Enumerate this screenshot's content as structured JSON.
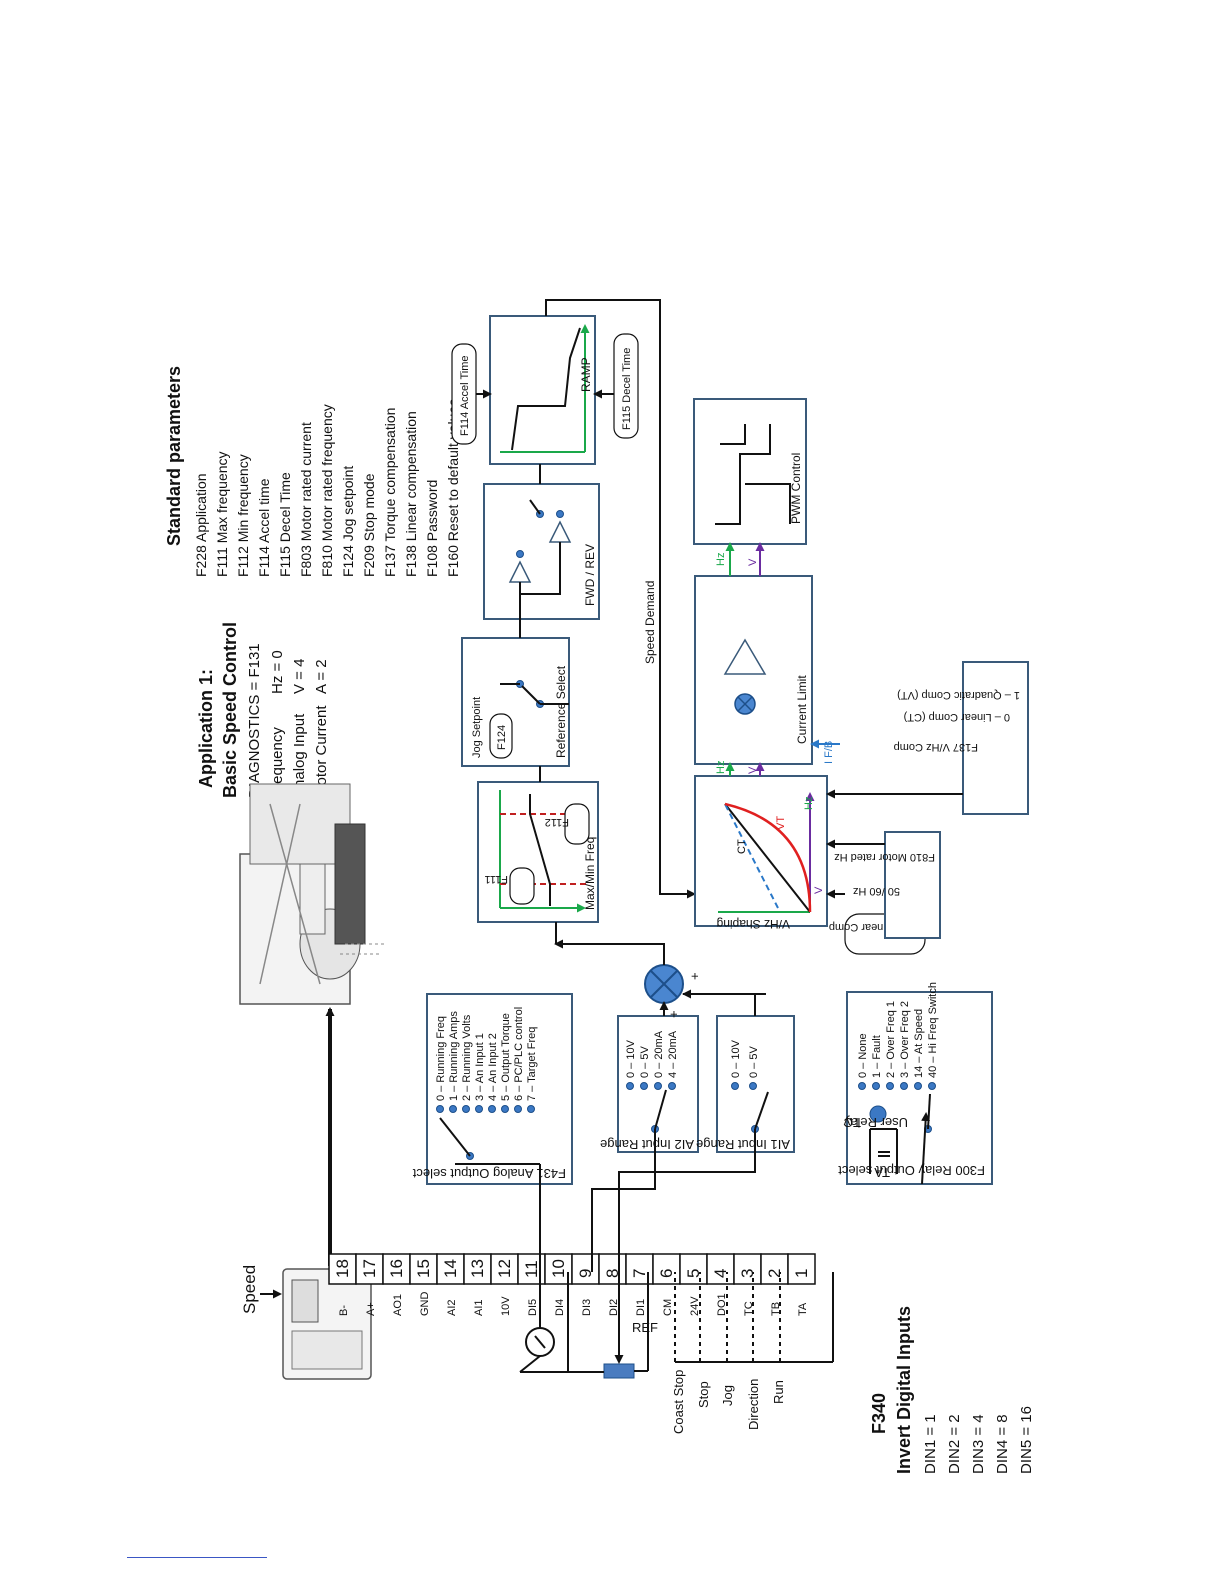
{
  "app": {
    "title": "Application 1:",
    "subtitle": "Basic Speed Control",
    "diagnostics": "DIAGNOSTICS = F131",
    "diag_rows": [
      {
        "label": "Frequency",
        "value": "Hz = 0"
      },
      {
        "label": "Analog Input",
        "value": "V = 4"
      },
      {
        "label": "Motor Current",
        "value": "A = 2"
      }
    ]
  },
  "standard": {
    "title": "Standard parameters",
    "items": [
      "F228 Application",
      "F111 Max frequency",
      "F112 Min frequency",
      "F114 Accel time",
      "F115 Decel Time",
      "F803 Motor rated current",
      "F810 Motor rated frequency",
      "F124 Jog setpoint",
      "F209 Stop mode",
      "F137 Torque compensation",
      "F138 Linear compensation",
      "F108 Password",
      "F160 Reset to default values"
    ]
  },
  "speed_label": "Speed",
  "invert": {
    "title1": "F340",
    "title2": "Invert Digital Inputs",
    "items": [
      "DIN1 = 1",
      "DIN2 = 2",
      "DIN3 = 4",
      "DIN4 = 8",
      "DIN5 = 16"
    ]
  },
  "terminals": [
    {
      "num": "18",
      "name": "B-"
    },
    {
      "num": "17",
      "name": "A+"
    },
    {
      "num": "16",
      "name": "AO1"
    },
    {
      "num": "15",
      "name": "GND"
    },
    {
      "num": "14",
      "name": "AI2"
    },
    {
      "num": "13",
      "name": "AI1"
    },
    {
      "num": "12",
      "name": "10V"
    },
    {
      "num": "11",
      "name": "DI5"
    },
    {
      "num": "10",
      "name": "DI4"
    },
    {
      "num": "9",
      "name": "DI3"
    },
    {
      "num": "8",
      "name": "DI2"
    },
    {
      "num": "7",
      "name": "DI1"
    },
    {
      "num": "6",
      "name": "CM"
    },
    {
      "num": "5",
      "name": "24V"
    },
    {
      "num": "4",
      "name": "DO1"
    },
    {
      "num": "3",
      "name": "TC"
    },
    {
      "num": "2",
      "name": "TB"
    },
    {
      "num": "1",
      "name": "TA"
    }
  ],
  "inputs": {
    "coast": "Coast Stop",
    "stop": "Stop",
    "jog": "Jog",
    "direction": "Direction",
    "run": "Run",
    "ref": "REF"
  },
  "analog_out": {
    "caption": "F431 Analog Output select",
    "options": [
      "0 – Running Freq",
      "1 – Running Amps",
      "2 – Running Volts",
      "3 – An Input 1",
      "4 – An Input 2",
      "5 – Output Torque",
      "6 – PC/PLC control",
      "7 – Target Freq"
    ]
  },
  "ai2": {
    "caption": "AI2 Input Range",
    "options": [
      "0 – 10V",
      "0 – 5V",
      "0 – 20mA",
      "4 – 20mA"
    ]
  },
  "ai1": {
    "caption": "AI1 Input Range",
    "options": [
      "0 – 10V",
      "0 – 5V"
    ]
  },
  "relay": {
    "caption": "F300 Relay Output select",
    "user": "User Relay",
    "ta": "TA",
    "tc": "TC",
    "options": [
      "0 – None",
      "1 – Fault",
      "2 – Over Freq 1",
      "3 – Over Freq 2",
      "14 – At Speed",
      "40 – Hi Freq Switch"
    ]
  },
  "summer": {
    "plus1": "+",
    "plus2": "+"
  },
  "maxmin": {
    "caption": "Max/Min Freq",
    "f111": "F111",
    "f112": "F112"
  },
  "refsel": {
    "caption": "Reference Select",
    "jog": "Jog Setpoint",
    "f124": "F124"
  },
  "fwdrev": {
    "caption": "FWD / REV"
  },
  "ramp": {
    "caption": "RAMP",
    "accel": "F114 Accel Time",
    "decel": "F115 Decel Time"
  },
  "speed_demand": "Speed Demand",
  "vhz": {
    "caption": "V/Hz Shaping",
    "v": "V",
    "hz": "Hz",
    "ct": "CT",
    "vt": "VT"
  },
  "f138": "F138 Linear Comp",
  "f810": {
    "line1": "50 /60 Hz",
    "line2": "F810 Motor rated Hz"
  },
  "f137": {
    "title": "F137 V/Hz Comp",
    "line1": "0 – Linear Comp (CT)",
    "line2": "1 – Quadratic Comp (VT)"
  },
  "current": {
    "caption": "Current Limit",
    "hz": "Hz",
    "v": "V",
    "fb": "I F/B"
  },
  "pwm": {
    "caption": "PWM Control",
    "hz": "Hz",
    "v": "V"
  },
  "colors": {
    "accent": "#3b78c4",
    "box": "#3a5a7a",
    "hz": "#1aa84a",
    "volt": "#6a2ca0",
    "vt": "#e02020"
  }
}
